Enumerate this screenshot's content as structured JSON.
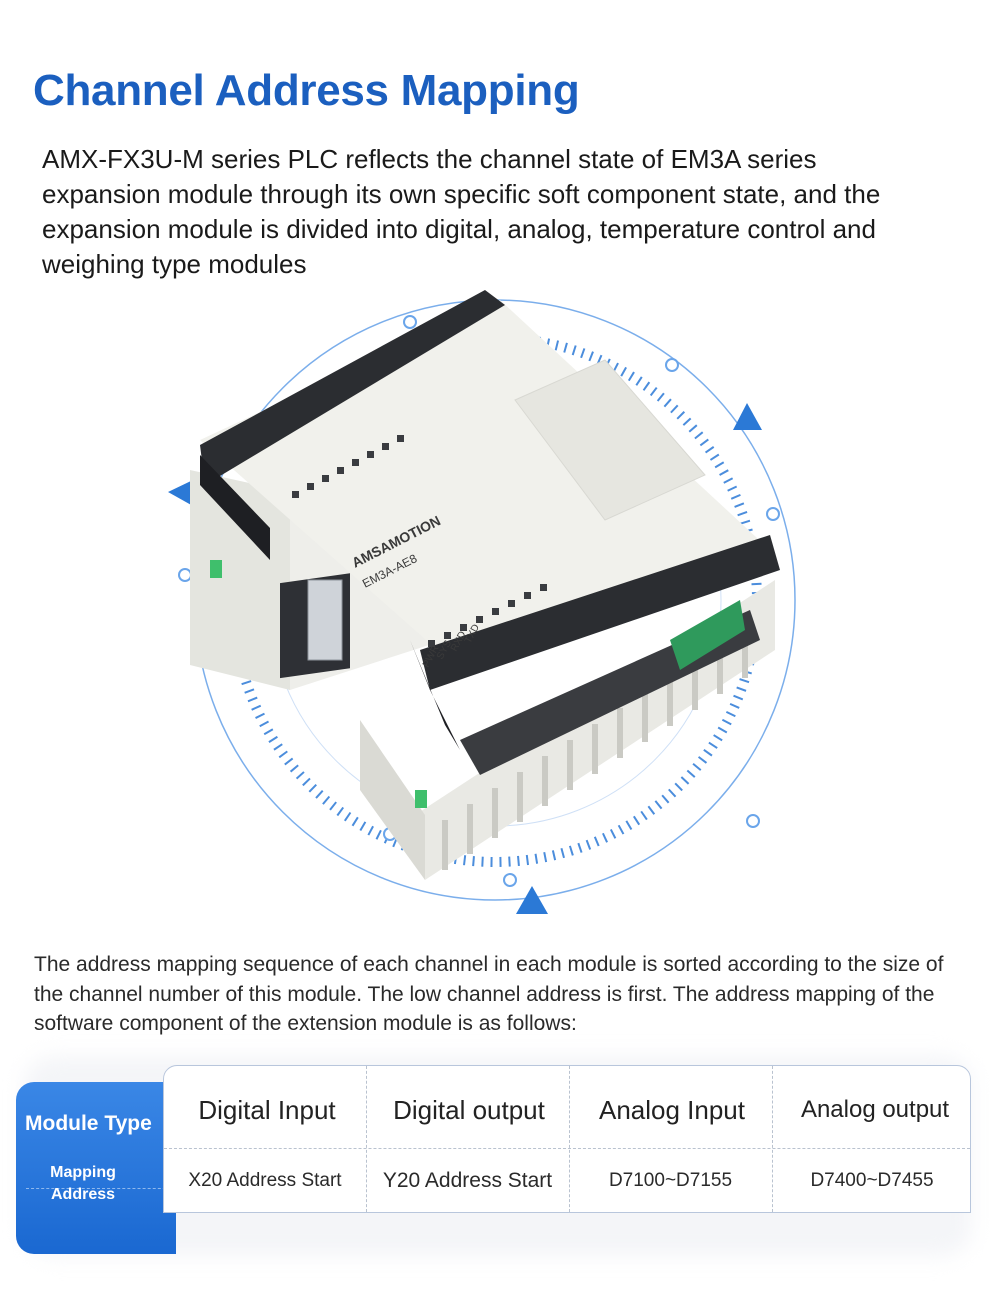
{
  "title": "Channel Address Mapping",
  "intro": "AMX-FX3U-M series PLC reflects the channel state of EM3A series expansion module through its own specific soft component state, and the expansion module is divided into digital, analog, temperature control and weighing type modules",
  "product": {
    "brand": "AMSAMOTION",
    "model": "EM3A-AE8",
    "indicators": [
      "PWR",
      "SYS",
      "RXD",
      "TXD"
    ]
  },
  "description": "The address mapping sequence of each channel in each module is sorted according to the size of the channel number of this module. The low channel address is first. The address mapping of the software component of the extension module is as follows:",
  "table": {
    "row_header_1": "Module Type",
    "row_header_2": "Mapping Address",
    "columns": [
      {
        "type": "Digital Input",
        "address": "X20 Address Start"
      },
      {
        "type": "Digital output",
        "address": "Y20 Address Start"
      },
      {
        "type": "Analog Input",
        "address": "D7100~D7155"
      },
      {
        "type": "Analog output",
        "address": "D7400~D7455"
      }
    ]
  },
  "colors": {
    "title_blue": "#1b5fbf",
    "header_blue": "#1a68d1",
    "accent_blue": "#2b79d6"
  }
}
